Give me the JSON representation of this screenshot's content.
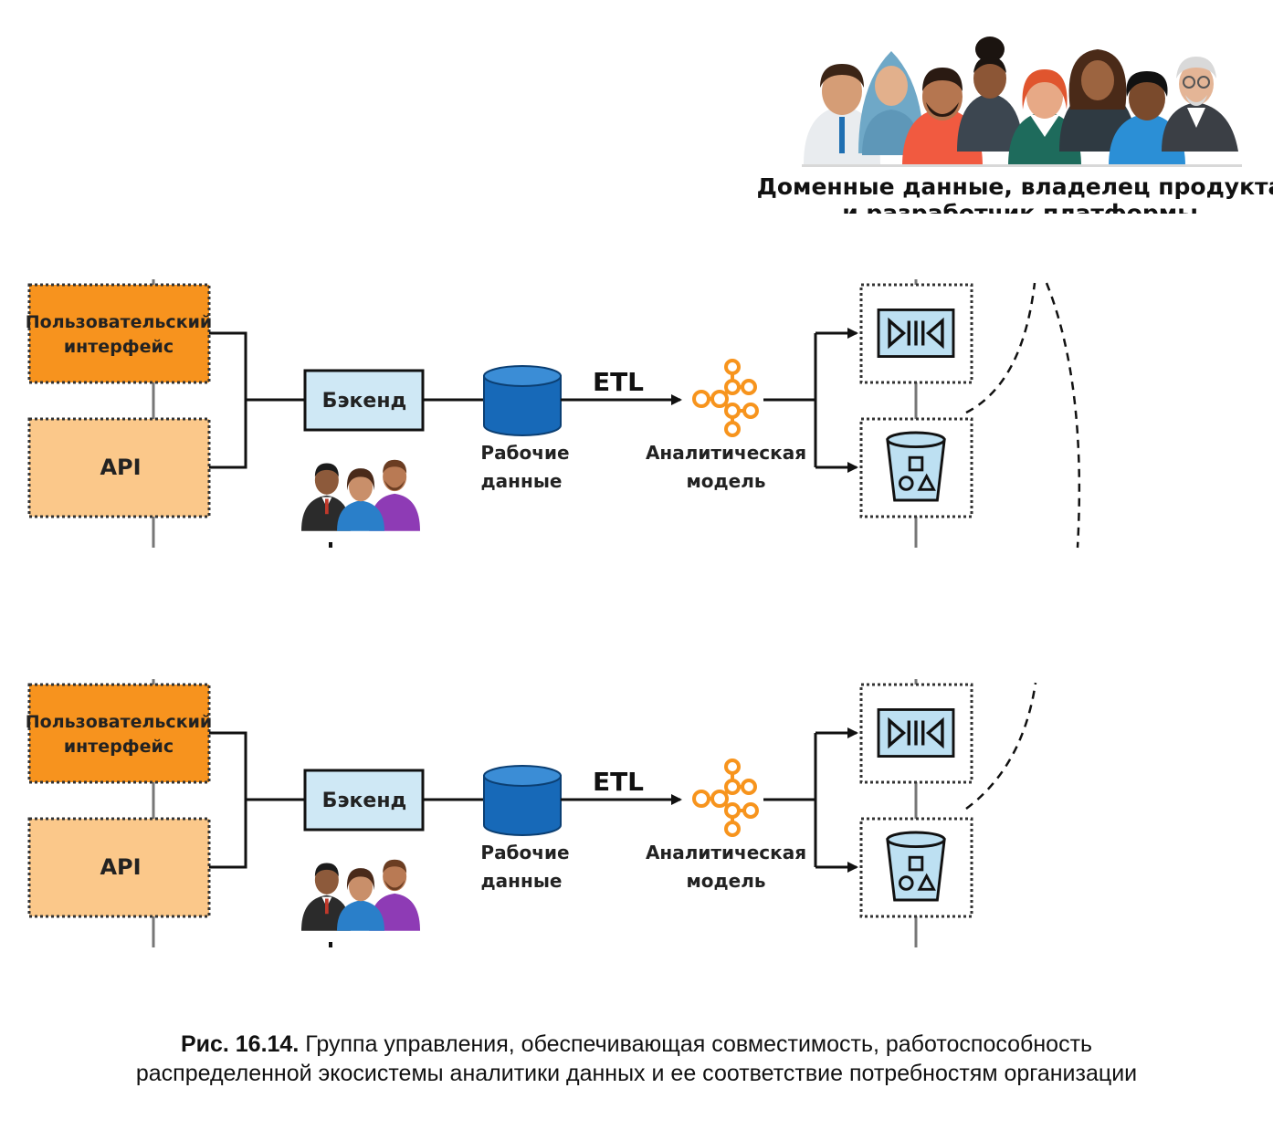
{
  "header_group": {
    "label_line1": "Доменные данные, владелец продукта",
    "label_line2": "и разработчик платформы"
  },
  "panels": [
    {
      "ui_label_line1": "Пользовательский",
      "ui_label_line2": "интерфейс",
      "api_label": "API",
      "backend_label": "Бэкенд",
      "db_label_line1": "Рабочие",
      "db_label_line2": "данные",
      "etl_label": "ETL",
      "model_label_line1": "Аналитическая",
      "model_label_line2": "модель"
    },
    {
      "ui_label_line1": "Пользовательский",
      "ui_label_line2": "интерфейс",
      "api_label": "API",
      "backend_label": "Бэкенд",
      "db_label_line1": "Рабочие",
      "db_label_line2": "данные",
      "etl_label": "ETL",
      "model_label_line1": "Аналитическая",
      "model_label_line2": "модель"
    }
  ],
  "caption": {
    "figure_number": "Рис. 16.14.",
    "text_line1": " Группа управления, обеспечивающая совместимость, работоспособность",
    "text_line2": "распределенной экосистемы аналитики данных и ее соответствие потребностям организации"
  },
  "colors": {
    "ui_box": "#f7931e",
    "api_box": "#fbc88a",
    "backend_box": "#cfe8f5",
    "database": "#1769b8",
    "model_orange": "#f7941d",
    "output_box": "#bde0f2"
  }
}
